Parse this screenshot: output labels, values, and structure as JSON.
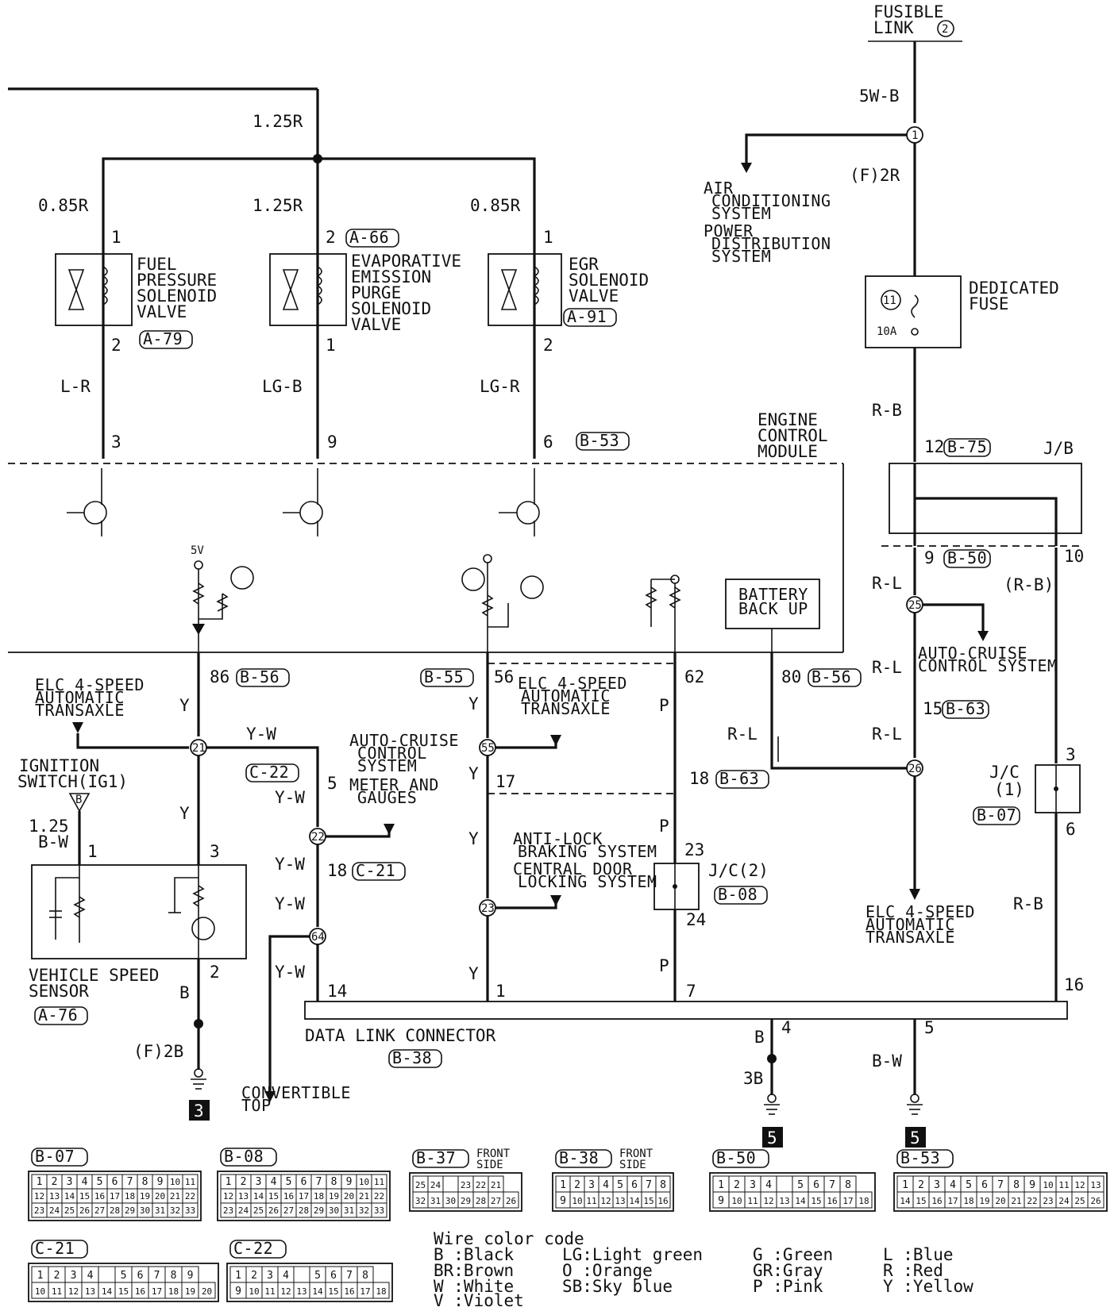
{
  "fusible_link": {
    "line1": "FUSIBLE",
    "line2": "LINK",
    "num": "2"
  },
  "wires": {
    "w_5wb": "5W-B",
    "w_f2r": "(F)2R",
    "w_125r_top": "1.25R",
    "w_085r_a": "0.85R",
    "w_125r_b": "1.25R",
    "w_085r_c": "0.85R",
    "w_lr": "L-R",
    "w_lgb": "LG-B",
    "w_lgr": "LG-R",
    "w_rb_top": "R-B",
    "w_rl_1": "R-L",
    "w_rl_2": "R-L",
    "w_rl_3": "R-L",
    "w_rl_4": "R-L",
    "w_rb_paren": "(R-B)",
    "w_rb_right": "R-B",
    "w_y_1": "Y",
    "w_yw_1": "Y-W",
    "w_y_2": "Y",
    "w_125bw_1": "1.25",
    "w_125bw_2": "B-W",
    "w_b_vss": "B",
    "w_f2b": "(F)2B",
    "w_yw_2": "Y-W",
    "w_yw_3": "Y-W",
    "w_yw_4": "Y-W",
    "w_yw_5": "Y-W",
    "w_y_3": "Y",
    "w_y_4": "Y",
    "w_y_5": "Y",
    "w_y_6": "Y",
    "w_p_1": "P",
    "w_p_2": "P",
    "w_p_3": "P",
    "w_b_4": "B",
    "w_3b": "3B",
    "w_bw_5": "B-W"
  },
  "notes": {
    "ac": [
      "AIR",
      "CONDITIONING",
      "SYSTEM"
    ],
    "pd": [
      "POWER",
      "DISTRIBUTION",
      "SYSTEM"
    ],
    "auto_cruise_r": [
      "AUTO-CRUISE",
      "CONTROL SYSTEM"
    ],
    "elc_left": [
      "ELC 4-SPEED",
      "AUTOMATIC",
      "TRANSAXLE"
    ],
    "elc_mid": [
      "ELC 4-SPEED",
      "AUTOMATIC",
      "TRANSAXLE"
    ],
    "elc_right": [
      "ELC 4-SPEED",
      "AUTOMATIC",
      "TRANSAXLE"
    ],
    "auto_cruise_m": [
      "AUTO-CRUISE",
      "CONTROL",
      "SYSTEM"
    ],
    "meter": [
      "METER AND",
      "GAUGES"
    ],
    "abs": [
      "ANTI-LOCK",
      "BRAKING SYSTEM"
    ],
    "cdl": [
      "CENTRAL DOOR",
      "LOCKING SYSTEM"
    ],
    "convertible": [
      "CONVERTIBLE",
      "TOP"
    ]
  },
  "components": {
    "fuel": [
      "FUEL",
      "PRESSURE",
      "SOLENOID",
      "VALVE"
    ],
    "evap": [
      "EVAPORATIVE",
      "EMISSION",
      "PURGE",
      "SOLENOID",
      "VALVE"
    ],
    "egr": [
      "EGR",
      "SOLENOID",
      "VALVE"
    ],
    "fuse": [
      "DEDICATED",
      "FUSE"
    ],
    "fuse_num": "11",
    "fuse_amp": "10A",
    "ecm": [
      "ENGINE",
      "CONTROL",
      "MODULE"
    ],
    "jb": "J/B",
    "battery": [
      "BATTERY",
      "BACK UP"
    ],
    "five_v": "5V",
    "ign": [
      "IGNITION",
      "SWITCH(IG1)"
    ],
    "ign_b": "B",
    "vss": [
      "VEHICLE SPEED",
      "SENSOR"
    ],
    "jc1": [
      "J/C",
      "(1)"
    ],
    "jc2": "J/C(2)",
    "dlc": "DATA LINK CONNECTOR"
  },
  "connector_refs": {
    "a66": "A-66",
    "a79": "A-79",
    "a91": "A-91",
    "b53": "B-53",
    "b75": "B-75",
    "b50": "B-50",
    "b56a": "B-56",
    "b55": "B-55",
    "b56b": "B-56",
    "b63a": "B-63",
    "b63b": "B-63",
    "c22": "C-22",
    "c21": "C-21",
    "b07": "B-07",
    "b08": "B-08",
    "a76": "A-76",
    "b38": "B-38"
  },
  "splices": [
    "1",
    "25",
    "26",
    "21",
    "55",
    "22",
    "64",
    "23"
  ],
  "pins": {
    "p_fuel1": "1",
    "p_fuel2": "2",
    "p_evap2": "2",
    "p_evap1": "1",
    "p_egr1": "1",
    "p_egr2": "2",
    "p_3": "3",
    "p_9": "9",
    "p_6": "6",
    "p_12": "12",
    "p_9b": "9",
    "p_10": "10",
    "p_86": "86",
    "p_56": "56",
    "p_62": "62",
    "p_80": "80",
    "p_15": "15",
    "p_5": "5",
    "p_17": "17",
    "p_18a": "18",
    "p_3jc": "3",
    "p_6jc": "6",
    "p_ign1": "1",
    "p_vss3": "3",
    "p_18b": "18",
    "p_23": "23",
    "p_24": "24",
    "p_vss2": "2",
    "p_14": "14",
    "p_1": "1",
    "p_7": "7",
    "p_16": "16",
    "p_4": "4",
    "p_5b": "5"
  },
  "grounds": {
    "g3": "3",
    "g5a": "5",
    "g5b": "5"
  },
  "connector_views": {
    "b07": {
      "label": "B-07",
      "row1": [
        "1",
        "2",
        "3",
        "4",
        "5",
        "6",
        "7",
        "8",
        "9",
        "10",
        "11"
      ],
      "row2": [
        "12",
        "13",
        "14",
        "15",
        "16",
        "17",
        "18",
        "19",
        "20",
        "21",
        "22"
      ],
      "row3": [
        "23",
        "24",
        "25",
        "26",
        "27",
        "28",
        "29",
        "30",
        "31",
        "32",
        "33"
      ]
    },
    "b08": {
      "label": "B-08",
      "row1": [
        "1",
        "2",
        "3",
        "4",
        "5",
        "6",
        "7",
        "8",
        "9",
        "10",
        "11"
      ],
      "row2": [
        "12",
        "13",
        "14",
        "15",
        "16",
        "17",
        "18",
        "19",
        "20",
        "21",
        "22"
      ],
      "row3": [
        "23",
        "24",
        "25",
        "26",
        "27",
        "28",
        "29",
        "30",
        "31",
        "32",
        "33"
      ]
    },
    "b37": {
      "label": "B-37",
      "side": [
        "FRONT",
        "SIDE"
      ],
      "row1": [
        "25",
        "24",
        "",
        "23",
        "22",
        "21"
      ],
      "row2": [
        "32",
        "31",
        "30",
        "29",
        "28",
        "27",
        "26"
      ]
    },
    "b38": {
      "label": "B-38",
      "side": [
        "FRONT",
        "SIDE"
      ],
      "row1": [
        "1",
        "2",
        "3",
        "4",
        "5",
        "6",
        "7",
        "8"
      ],
      "row2": [
        "9",
        "10",
        "11",
        "12",
        "13",
        "14",
        "15",
        "16"
      ]
    },
    "b50": {
      "label": "B-50",
      "row1": [
        "1",
        "2",
        "3",
        "4",
        "",
        "5",
        "6",
        "7",
        "8"
      ],
      "row2": [
        "9",
        "10",
        "11",
        "12",
        "13",
        "14",
        "15",
        "16",
        "17",
        "18"
      ]
    },
    "b53": {
      "label": "B-53",
      "row1": [
        "1",
        "2",
        "3",
        "4",
        "5",
        "6",
        "7",
        "8",
        "9",
        "10",
        "11",
        "12",
        "13"
      ],
      "row2": [
        "14",
        "15",
        "16",
        "17",
        "18",
        "19",
        "20",
        "21",
        "22",
        "23",
        "24",
        "25",
        "26"
      ]
    },
    "c21": {
      "label": "C-21",
      "row1": [
        "1",
        "2",
        "3",
        "4",
        "",
        "5",
        "6",
        "7",
        "8",
        "9"
      ],
      "row2": [
        "10",
        "11",
        "12",
        "13",
        "14",
        "15",
        "16",
        "17",
        "18",
        "19",
        "20"
      ]
    },
    "c22": {
      "label": "C-22",
      "row1": [
        "1",
        "2",
        "3",
        "4",
        "",
        "5",
        "6",
        "7",
        "8"
      ],
      "row2": [
        "9",
        "10",
        "11",
        "12",
        "13",
        "14",
        "15",
        "16",
        "17",
        "18"
      ]
    }
  },
  "wire_color_code": {
    "title": "Wire color code",
    "col1": [
      "B :Black",
      "BR:Brown",
      "W :White",
      "V :Violet"
    ],
    "col2": [
      "LG:Light green",
      "O :Orange",
      "SB:Sky blue"
    ],
    "col3": [
      "G :Green",
      "GR:Gray",
      "P :Pink"
    ],
    "col4": [
      "L :Blue",
      "R :Red",
      "Y :Yellow"
    ]
  }
}
